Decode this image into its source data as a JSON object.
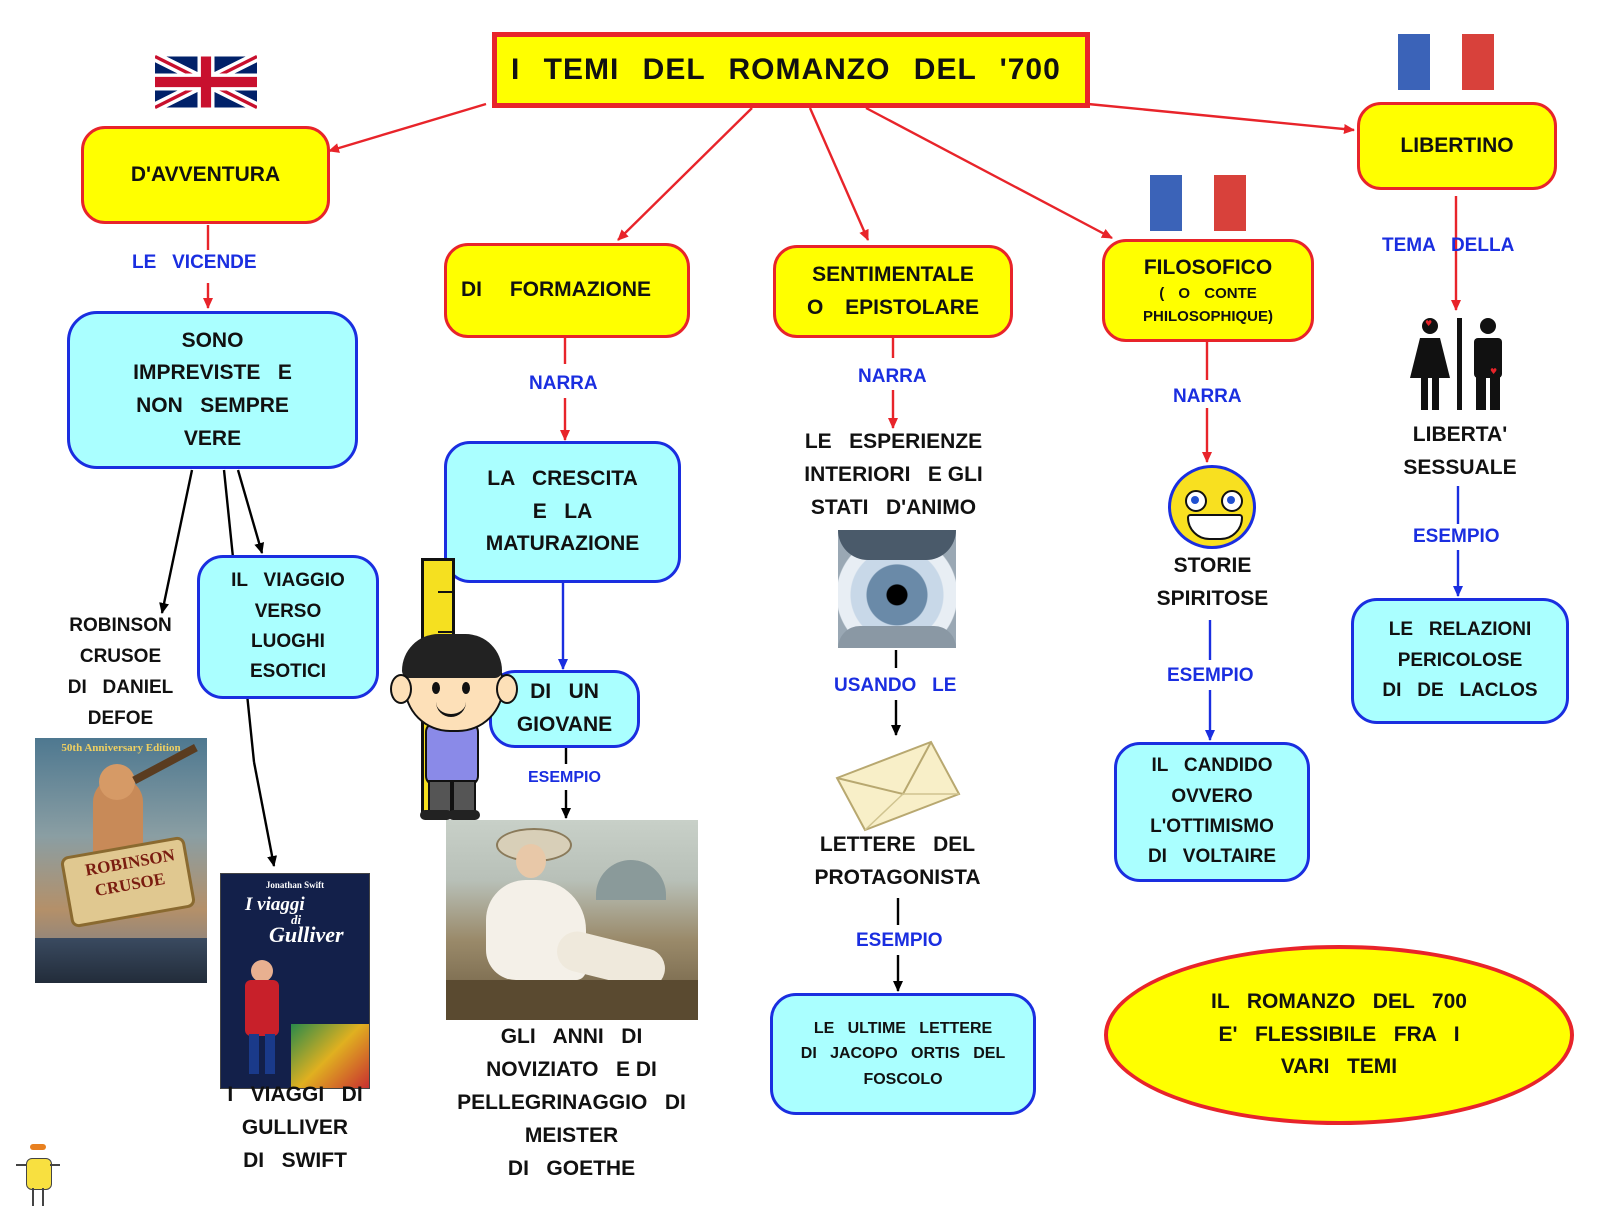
{
  "title": "I TEMI DEL ROMANZO DEL '700",
  "nodes": {
    "avventura": "D'AVVENTURA",
    "formazione": "DI FORMAZIONE",
    "sentimentale": [
      "SENTIMENTALE",
      "O EPISTOLARE"
    ],
    "filosofico": [
      "FILOSOFICO",
      "( O CONTE",
      "PHILOSOPHIQUE)"
    ],
    "libertino": "LIBERTINO"
  },
  "edge_labels": {
    "le_vicende": "LE   VICENDE",
    "narra": "NARRA",
    "esempio": "ESEMPIO",
    "usando_le": "USANDO   LE",
    "tema_della": "TEMA   DELLA"
  },
  "avventura_branch": {
    "sono": [
      "SONO",
      "IMPREVISTE   E",
      "NON   SEMPRE",
      "VERE"
    ],
    "viaggio": [
      "IL   VIAGGIO",
      "VERSO",
      "LUOGHI",
      "ESOTICI"
    ],
    "robinson": [
      "ROBINSON",
      "CRUSOE",
      "DI   DANIEL",
      "DEFOE"
    ],
    "gulliver": [
      "I   VIAGGI   DI",
      "GULLIVER",
      "DI   SWIFT"
    ],
    "robinson_cover": [
      "50th Anniversary Edition",
      "ROBINSON",
      "CRUSOE"
    ],
    "gulliver_cover": [
      "Jonathan Swift",
      "I viaggi",
      "di",
      "Gulliver"
    ]
  },
  "formazione_branch": {
    "crescita": [
      "LA   CRESCITA",
      "E   LA",
      "MATURAZIONE"
    ],
    "giovane": [
      "DI   UN",
      "GIOVANE"
    ],
    "meister": [
      "GLI   ANNI   DI",
      "NOVIZIATO   E DI",
      "PELLEGRINAGGIO   DI",
      "MEISTER",
      "DI   GOETHE"
    ]
  },
  "sentimentale_branch": {
    "esperienze": [
      "LE   ESPERIENZE",
      "INTERIORI   E GLI",
      "STATI   D'ANIMO"
    ],
    "lettere": [
      "LETTERE   DEL",
      "PROTAGONISTA"
    ],
    "ortis": [
      "LE   ULTIME   LETTERE",
      "DI   JACOPO   ORTIS   DEL",
      "FOSCOLO"
    ]
  },
  "filosofico_branch": {
    "storie": [
      "STORIE",
      "SPIRITOSE"
    ],
    "candido": [
      "IL   CANDIDO",
      "OVVERO",
      "L'OTTIMISMO",
      "DI   VOLTAIRE"
    ]
  },
  "libertino_branch": {
    "liberta": [
      "LIBERTA'",
      "SESSUALE"
    ],
    "relazioni": [
      "LE   RELAZIONI",
      "PERICOLOSE",
      "DI   DE   LACLOS"
    ]
  },
  "conclusion": [
    "IL   ROMANZO   DEL   700",
    "E'   FLESSIBILE   FRA   I",
    "VARI   TEMI"
  ],
  "colors": {
    "node_yellow": "#ffff00",
    "node_border_red": "#e8242a",
    "box_cyan": "#aaffff",
    "box_border_blue": "#1a2ee0",
    "label_blue": "#1a2ee0"
  }
}
